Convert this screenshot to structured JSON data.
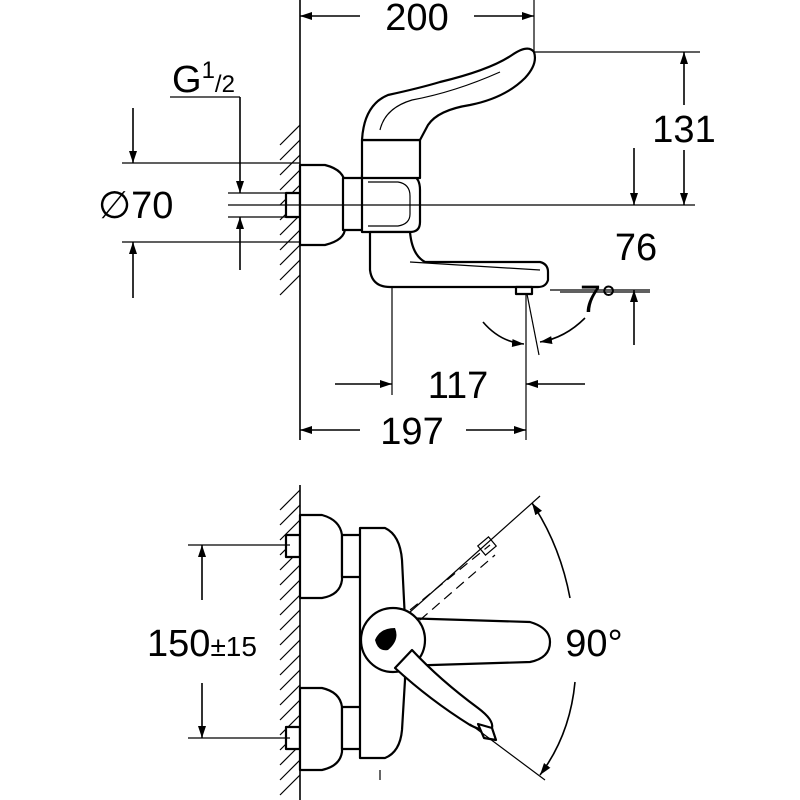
{
  "side_view": {
    "dim_width_top": "200",
    "dim_thread_main": "G",
    "dim_thread_sup": "1",
    "dim_thread_sub": "/2",
    "dim_height_right": "131",
    "dim_diameter_symbol": "∅",
    "dim_diameter_value": "70",
    "dim_spout_height": "76",
    "dim_angle": "7°",
    "dim_spout_reach": "117",
    "dim_total_reach": "197"
  },
  "top_view": {
    "dim_centers": "150",
    "dim_centers_tol": "±15",
    "dim_swing_angle": "90°"
  }
}
